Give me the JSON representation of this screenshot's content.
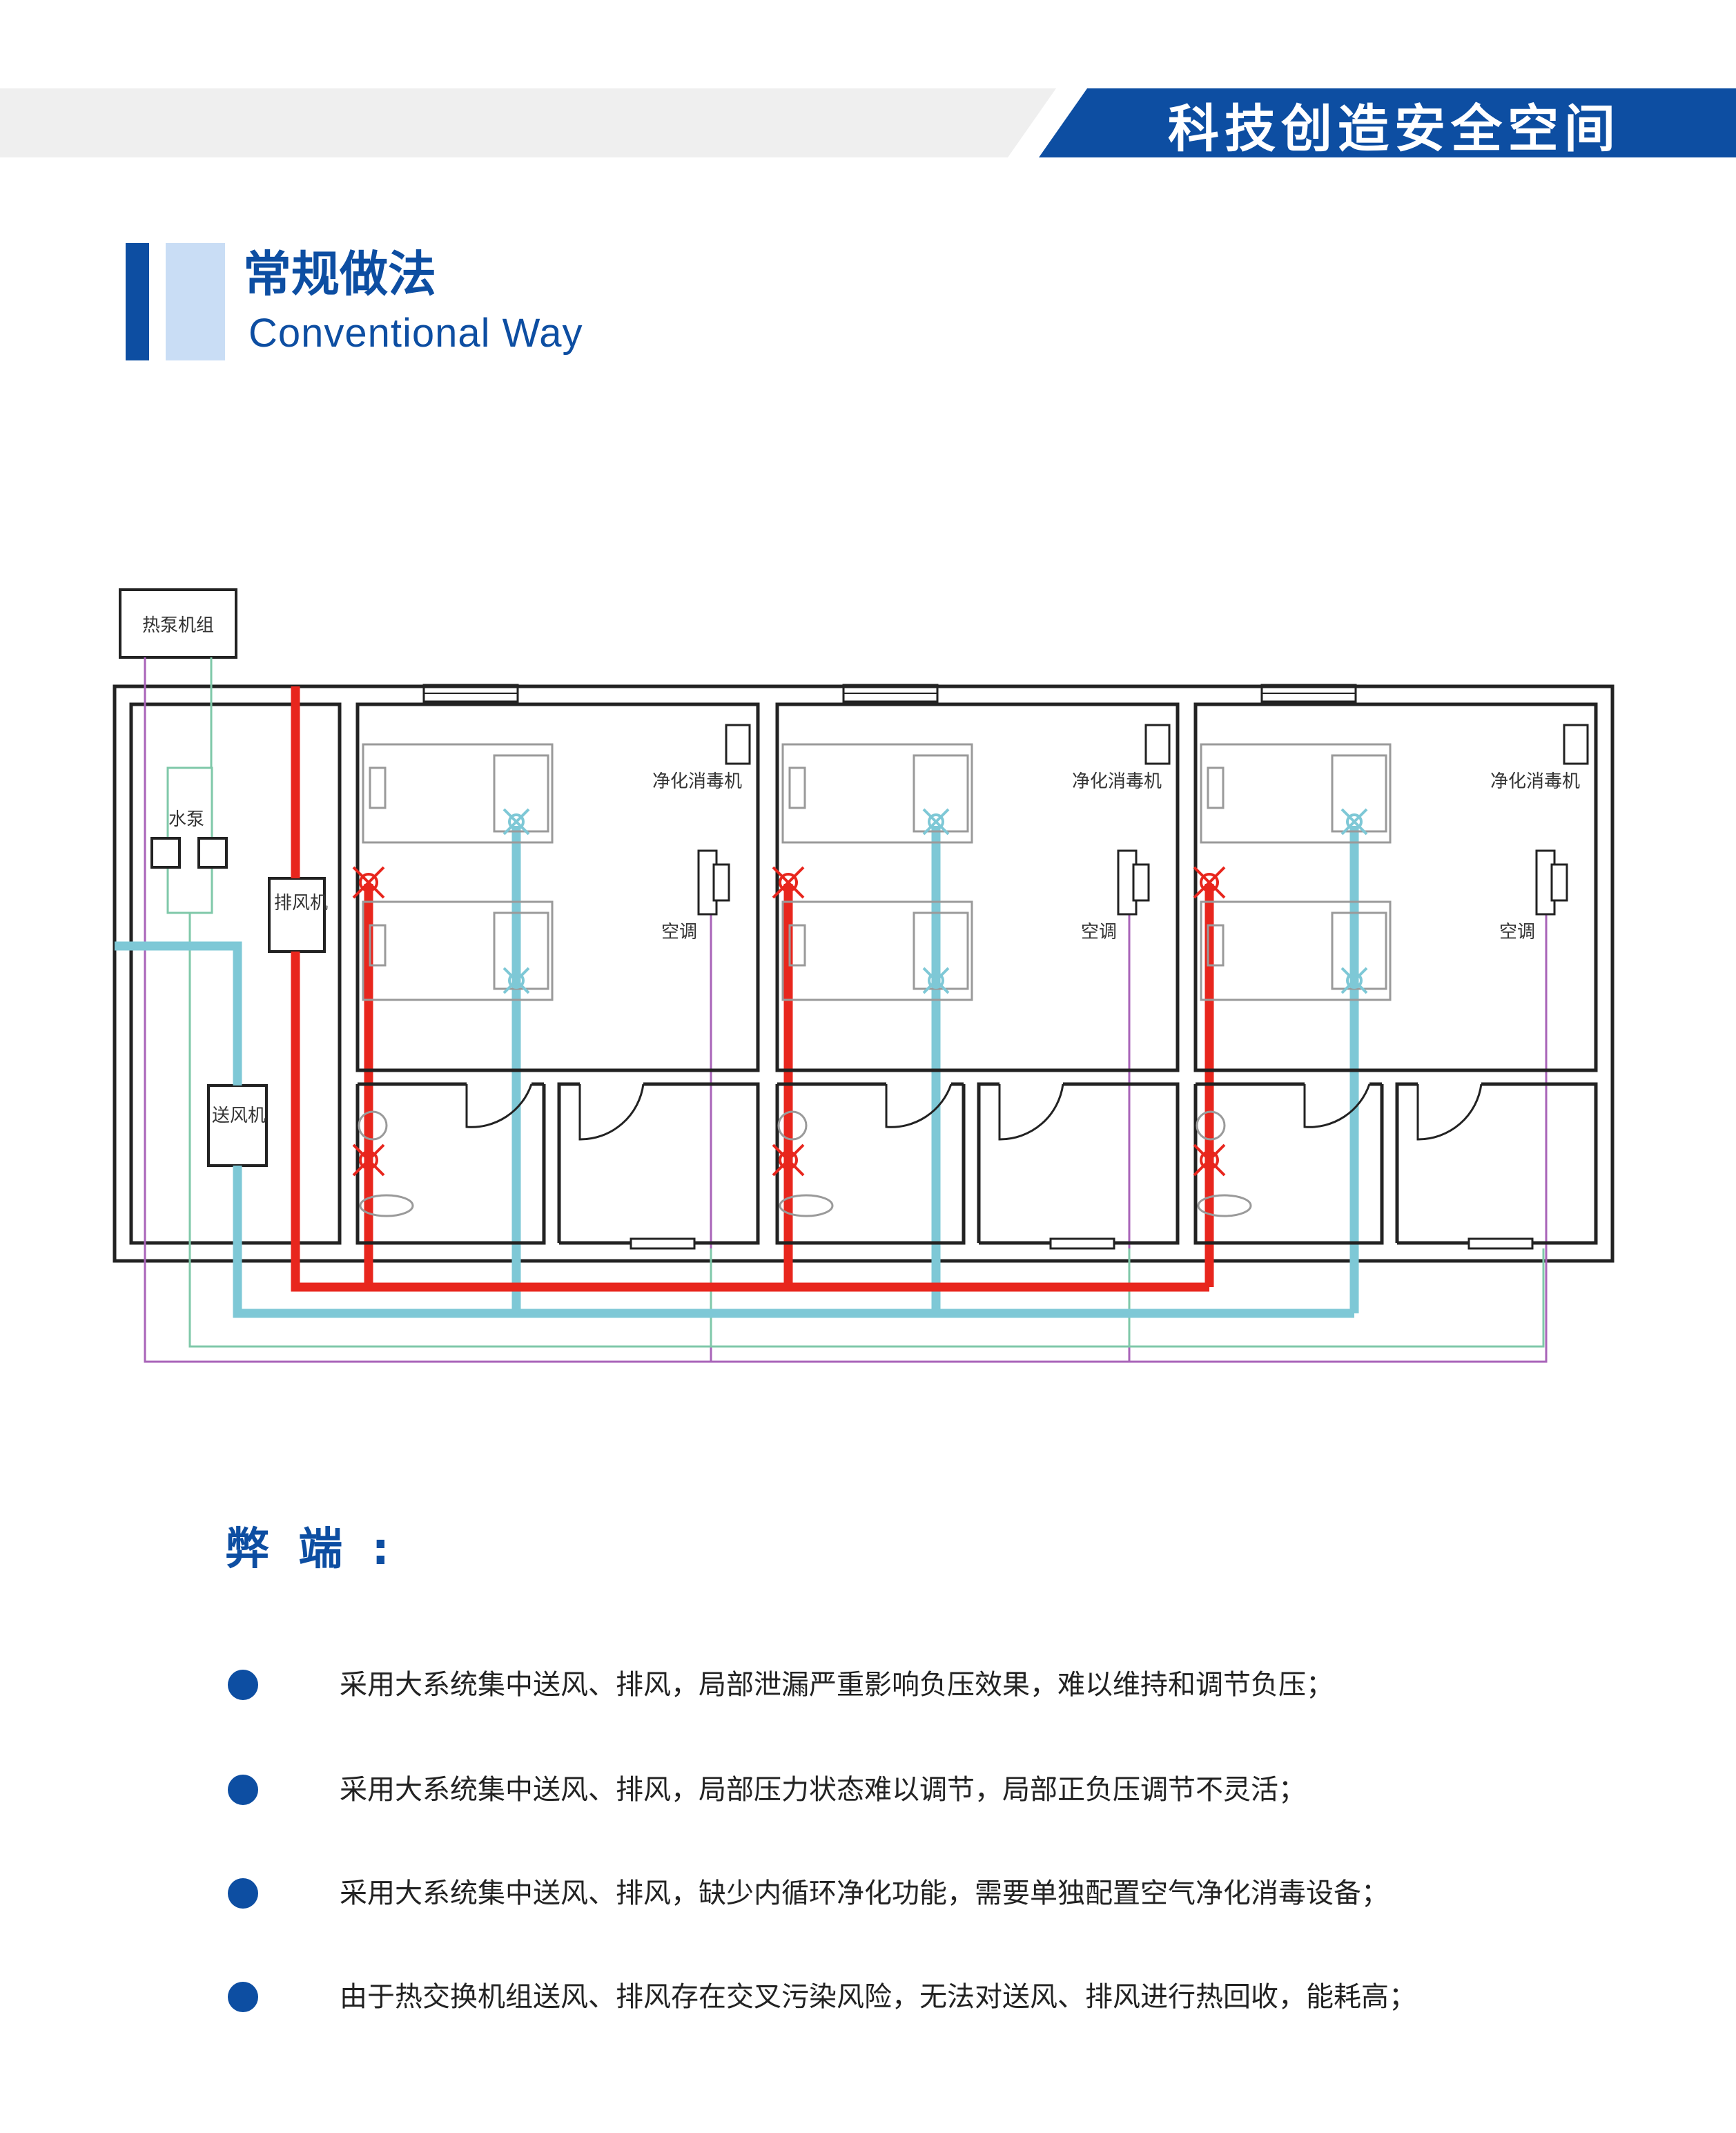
{
  "header": {
    "slogan": "科技创造安全空间",
    "colors": {
      "band": "#efefef",
      "accent": "#0d4ea2"
    }
  },
  "section": {
    "title_cn": "常规做法",
    "title_en": "Conventional Way"
  },
  "diagram": {
    "labels": {
      "heat_pump_unit": "热泵机组",
      "water_pump": "水泵",
      "exhaust_fan": "排风机",
      "supply_fan": "送风机",
      "purifier": "净化消毒机",
      "air_conditioner": "空调"
    },
    "colors": {
      "exhaust_duct": "#e8261d",
      "supply_duct": "#7ec8d6",
      "water_pipe": "#7fc8a9",
      "control_line": "#a863b8",
      "walls": "#222222",
      "furniture": "#9a9a9a"
    },
    "room_count": 3
  },
  "cons": {
    "title": "弊 端 :",
    "items": [
      "采用大系统集中送风、排风，局部泄漏严重影响负压效果，难以维持和调节负压；",
      "采用大系统集中送风、排风，局部压力状态难以调节，局部正负压调节不灵活；",
      "采用大系统集中送风、排风，缺少内循环净化功能，需要单独配置空气净化消毒设备；",
      "由于热交换机组送风、排风存在交叉污染风险，无法对送风、排风进行热回收，能耗高；"
    ]
  }
}
